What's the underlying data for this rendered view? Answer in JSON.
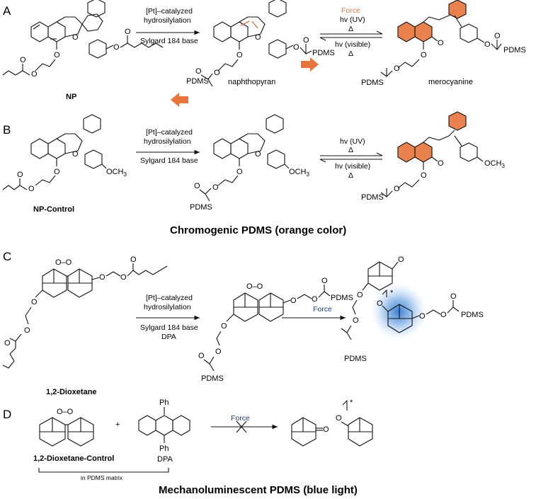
{
  "panels": {
    "a": "A",
    "b": "B",
    "c": "C",
    "d": "D"
  },
  "scheme_a": {
    "label_np": "NP",
    "cond1": "[Pt]–catalyzed",
    "cond2": "hydrosilylation",
    "cond3": "Sylgard 184 base",
    "force": "Force",
    "uv": "hv (UV)",
    "delta": "Δ",
    "vis": "hv (visible)",
    "label_naphthopyran": "naphthopyran",
    "label_merocyanine": "merocyanine",
    "pdms": "PDMS",
    "o": "O"
  },
  "scheme_b": {
    "label_np_control": "NP-Control",
    "cond1": "[Pt]–catalyzed",
    "cond2": "hydrosilylation",
    "cond3": "Sylgard 184 base",
    "uv": "hv (UV)",
    "delta": "Δ",
    "vis": "hv (visible)",
    "och3": "OCH",
    "sub3": "3",
    "pdms": "PDMS",
    "o": "O"
  },
  "title_chromogenic": "Chromogenic PDMS (orange color)",
  "scheme_c": {
    "label_dioxetane": "1,2-Dioxetane",
    "cond1": "[Pt]–catalyzed",
    "cond2": "hydrosilylation",
    "cond3": "Sylgard 184 base",
    "cond4": "DPA",
    "force": "Force",
    "pdms": "PDMS",
    "o": "O",
    "oo": "O–O",
    "star": "*"
  },
  "scheme_d": {
    "label_dioxetane_control": "1,2-Dioxetane-Control",
    "plus": "+",
    "ph": "Ph",
    "dpa": "DPA",
    "force": "Force",
    "matrix": "in PDMS matrix",
    "o": "O",
    "oo": "O–O",
    "star": "*"
  },
  "title_mechanoluminescent": "Mechanoluminescent PDMS (blue light)",
  "colors": {
    "orange": "#e8743b",
    "force_orange": "#e8743b",
    "force_blue": "#1f3c7a",
    "glow_blue": "#4a8ed8"
  }
}
